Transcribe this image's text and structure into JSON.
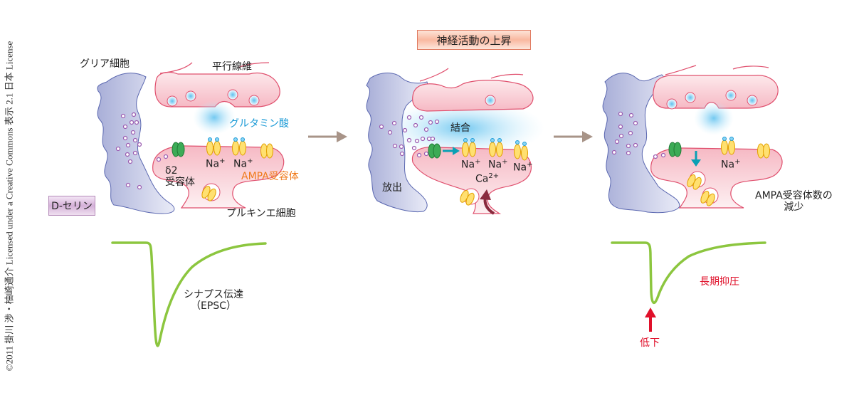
{
  "credit": "©2011 掛川 渉・柚崎通介 Licensed under a Creative Commons 表示 2.1 日本 License",
  "banner": "神経活動の上昇",
  "panels": {
    "left": {
      "glia": "グリア細胞",
      "parallel_fiber": "平行線維",
      "glutamate": "グルタミン酸",
      "delta2_line1": "δ2",
      "delta2_line2": "受容体",
      "na1": "Na",
      "na2": "Na",
      "na_sup": "+",
      "ampa": "AMPA受容体",
      "purkinje": "プルキンエ細胞",
      "d_serine": "D-セリン"
    },
    "middle": {
      "binding": "結合",
      "release": "放出",
      "na1": "Na",
      "na2": "Na",
      "na3": "Na",
      "na_sup": "+",
      "ca": "Ca",
      "ca_sup": "2+"
    },
    "right": {
      "na": "Na",
      "na_sup": "+",
      "ampa_decrease_line1": "AMPA受容体数の",
      "ampa_decrease_line2": "減少"
    }
  },
  "traces": {
    "left_label_line1": "シナプス伝達",
    "left_label_line2": "（EPSC）",
    "right_label": "長期抑圧",
    "right_arrow_label": "低下"
  },
  "colors": {
    "glia_fill": "#b8bede",
    "glia_stroke": "#5a67b0",
    "cell_fill": "#f7c9d0",
    "cell_stroke": "#e0506e",
    "glutamate_text": "#1a9ad6",
    "ampa_text": "#f07a1a",
    "trace": "#8cc63f",
    "ltd_red": "#e0102a",
    "gray_arrow": "#a89488",
    "teal_arrow": "#0aa0b4",
    "maroon_arrow": "#8a2a3e",
    "ampa_fill": "#ffe070",
    "delta2_fill": "#3cab56",
    "vesicle_dot": "#9a5ab0"
  }
}
